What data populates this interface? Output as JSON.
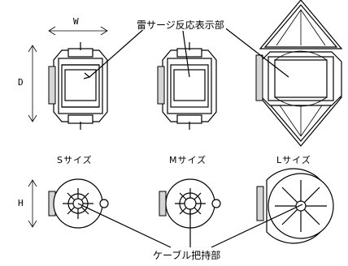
{
  "labels": {
    "width_dim": "W",
    "depth_dim": "D",
    "height_dim": "H",
    "size_s": "Sサイズ",
    "size_m": "Mサイズ",
    "size_l": "Lサイズ",
    "surge_indicator": "雷サージ反応表示部",
    "cable_holder": "ケーブル把持部"
  }
}
